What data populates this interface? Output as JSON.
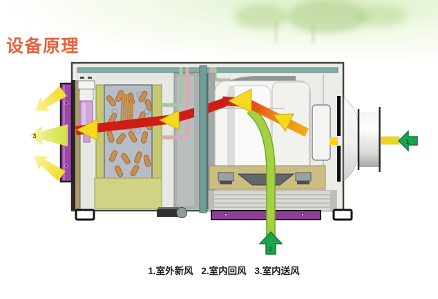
{
  "page": {
    "title": "设备原理",
    "caption_items": [
      "1.室外新风",
      "2.室内回风",
      "3.室内送风"
    ]
  },
  "diagram": {
    "labels": {
      "fresh_air_num": "1",
      "return_air_num": "2",
      "supply_air_num": "3"
    },
    "colors": {
      "title_accent": "#e8623c",
      "flow_red": "#cf1d15",
      "flow_orange": "#ee7d18",
      "flow_yellow": "#f2d51f",
      "pipe_green": "#9ccb3f",
      "arrow_green": "#1da24f",
      "panel_purple": "#9a4aa4",
      "frame_teal": "#6f9e98",
      "coil_tan": "#c98f4e"
    }
  }
}
